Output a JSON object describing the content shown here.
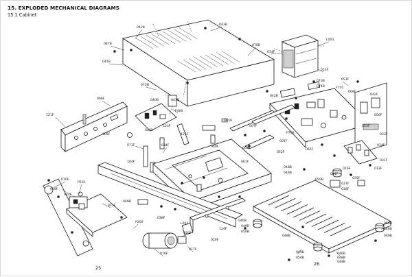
{
  "heading": "15. EXPLODED MECHANICAL DIAGRAMS",
  "subheading": "15.1  Cabinet",
  "page_left": "25",
  "page_right": "26",
  "callouts": [
    {
      "id": "top-1",
      "text": "042B"
    },
    {
      "id": "top-2",
      "text": "043B"
    },
    {
      "id": "top-3",
      "text": "070B"
    },
    {
      "id": "top-4",
      "text": "047B"
    },
    {
      "id": "top-5",
      "text": "041B"
    },
    {
      "id": "top-6",
      "text": "072B"
    },
    {
      "id": "top-7",
      "text": "043B"
    },
    {
      "id": "top-8",
      "text": "042B"
    },
    {
      "id": "tr-1",
      "text": "L003"
    },
    {
      "id": "tr-2",
      "text": "014F"
    },
    {
      "id": "tr-3",
      "text": "014F"
    },
    {
      "id": "r-1",
      "text": "051F"
    },
    {
      "id": "r-2",
      "text": "073B"
    },
    {
      "id": "r-3",
      "text": "074B"
    },
    {
      "id": "r-4",
      "text": "F701"
    },
    {
      "id": "r-5",
      "text": "069F"
    },
    {
      "id": "r-6",
      "text": "042F"
    },
    {
      "id": "r-7",
      "text": "056F"
    },
    {
      "id": "r-8",
      "text": "033F"
    },
    {
      "id": "r-9",
      "text": "034F"
    },
    {
      "id": "r-10",
      "text": "031F"
    },
    {
      "id": "r-11",
      "text": "032F"
    },
    {
      "id": "m-1",
      "text": "006F"
    },
    {
      "id": "m-2",
      "text": "121F"
    },
    {
      "id": "m-3",
      "text": "F400"
    },
    {
      "id": "m-4",
      "text": "040B"
    },
    {
      "id": "m-5",
      "text": "071F"
    },
    {
      "id": "m-6",
      "text": "034F"
    },
    {
      "id": "m-7",
      "text": "005F"
    },
    {
      "id": "m-8",
      "text": "S401"
    },
    {
      "id": "m-9",
      "text": "060F"
    },
    {
      "id": "m-10",
      "text": "063F"
    },
    {
      "id": "m-11",
      "text": "104F"
    },
    {
      "id": "m-12",
      "text": "007F"
    },
    {
      "id": "m-13",
      "text": "061F"
    },
    {
      "id": "m-14",
      "text": "020F"
    },
    {
      "id": "m-15",
      "text": "P700"
    },
    {
      "id": "m-16",
      "text": "001F"
    },
    {
      "id": "m-17",
      "text": "065F"
    },
    {
      "id": "m-18",
      "text": "123F"
    },
    {
      "id": "m-19",
      "text": "125F"
    },
    {
      "id": "m-20",
      "text": "052F"
    },
    {
      "id": "m-21",
      "text": "048B"
    },
    {
      "id": "m-22",
      "text": "049B"
    },
    {
      "id": "m-23",
      "text": "016F"
    },
    {
      "id": "m-24",
      "text": "001F"
    },
    {
      "id": "m-25",
      "text": "053F"
    },
    {
      "id": "m-26",
      "text": "035F"
    },
    {
      "id": "m-27",
      "text": "037F"
    },
    {
      "id": "m-28",
      "text": "038F"
    },
    {
      "id": "m-29",
      "text": "050B"
    },
    {
      "id": "b-1",
      "text": "070F"
    },
    {
      "id": "b-2",
      "text": "069F"
    },
    {
      "id": "b-3",
      "text": "024F"
    },
    {
      "id": "b-4",
      "text": "P201"
    },
    {
      "id": "b-5",
      "text": "011F"
    },
    {
      "id": "b-6",
      "text": "P200"
    },
    {
      "id": "b-7",
      "text": "049B"
    },
    {
      "id": "b-8",
      "text": "038F"
    },
    {
      "id": "b-9",
      "text": "L003"
    },
    {
      "id": "b-10",
      "text": "036F"
    },
    {
      "id": "b-11",
      "text": "077F"
    },
    {
      "id": "b-12",
      "text": "076F"
    },
    {
      "id": "b-13",
      "text": "124F"
    },
    {
      "id": "b-14",
      "text": "026F"
    },
    {
      "id": "b-15",
      "text": "046B"
    },
    {
      "id": "b-16",
      "text": "049B"
    },
    {
      "id": "b-17",
      "text": "050B"
    },
    {
      "id": "b-18",
      "text": "048B"
    },
    {
      "id": "b-19",
      "text": "049B"
    },
    {
      "id": "b-20",
      "text": "050B"
    },
    {
      "id": "b-21",
      "text": "046B"
    },
    {
      "id": "b-22",
      "text": "048B"
    },
    {
      "id": "b-23",
      "text": "049B"
    },
    {
      "id": "b-24",
      "text": "050B"
    },
    {
      "id": "b-25",
      "text": "048B"
    },
    {
      "id": "b-26",
      "text": "049B"
    },
    {
      "id": "b-27",
      "text": "050B"
    }
  ]
}
